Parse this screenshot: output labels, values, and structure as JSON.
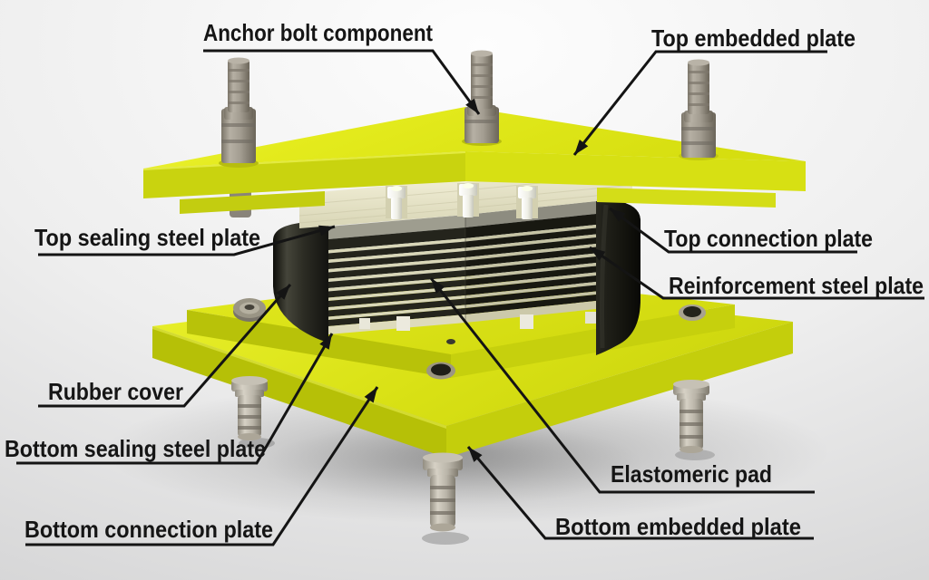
{
  "labels": [
    {
      "id": "anchor-bolt-component",
      "text": "Anchor bolt component"
    },
    {
      "id": "top-embedded-plate",
      "text": "Top embedded plate"
    },
    {
      "id": "top-sealing-steel-plate",
      "text": "Top sealing steel plate"
    },
    {
      "id": "top-connection-plate",
      "text": "Top connection plate"
    },
    {
      "id": "reinforcement-steel-plate",
      "text": "Reinforcement steel plate"
    },
    {
      "id": "rubber-cover",
      "text": "Rubber cover"
    },
    {
      "id": "bottom-sealing-steel-plate",
      "text": "Bottom sealing steel plate"
    },
    {
      "id": "elastomeric-pad",
      "text": "Elastomeric pad"
    },
    {
      "id": "bottom-connection-plate",
      "text": "Bottom connection plate"
    },
    {
      "id": "bottom-embedded-plate",
      "text": "Bottom embedded plate"
    }
  ],
  "bearing": {
    "rubber_layer_count": 9,
    "steel_shim_count": 8
  },
  "colors": {
    "label": "#151515",
    "leader": "#141414",
    "plate_yellow": "#dee414",
    "yellow_face_left": "#c9d30f",
    "yellow_face_right": "#d7e013",
    "yellow_step_left": "#c3cd10",
    "yellow_step_right": "#d4dd18",
    "bottom_lower_left": "#b6c007",
    "bottom_lower_right": "#c4ce0c",
    "bottom_upper_left": "#b8c209",
    "bottom_upper_right": "#c6d00d",
    "rubber_black_left": "#24241c",
    "rubber_black_right": "#181811",
    "steel_shim_left": "#d9d7b8",
    "steel_shim_right": "#c5c3a4",
    "seal_gray_left": "#9e9d8f",
    "seal_gray_right": "#8d8c80",
    "seal_bottom_left": "#dedbbc",
    "seal_bottom_right": "#ccc9aa",
    "cream_plate": "#e7e4c8",
    "bolt_gray": "#a49e92",
    "white_part": "#f3f3ec"
  }
}
